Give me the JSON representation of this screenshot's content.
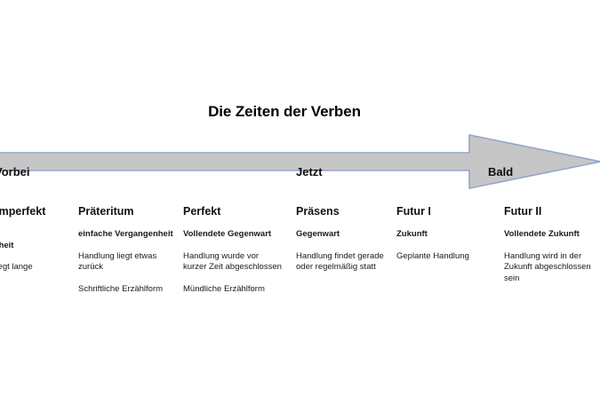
{
  "slide": {
    "title": "Die Zeiten der Verben",
    "background_color": "#ffffff"
  },
  "timeline_arrow": {
    "shape": "right-arrow",
    "fill_color": "#c6c6c6",
    "border_color": "#95a5cb",
    "labels": [
      {
        "text": "Vorbei",
        "position": "left"
      },
      {
        "text": "Jetzt",
        "position": "center"
      },
      {
        "text": "Bald",
        "position": "right"
      }
    ]
  },
  "tenses": [
    {
      "name": "Plusquamperfekt",
      "german_name": "Vollendete Vergangenheit",
      "notes": [
        "Handlung liegt lange zurück"
      ]
    },
    {
      "name": "Präteritum",
      "german_name": "einfache Vergangenheit",
      "notes": [
        "Handlung liegt etwas zurück",
        "Schriftliche Erzählform"
      ]
    },
    {
      "name": "Perfekt",
      "german_name": "Vollendete Gegenwart",
      "notes": [
        "Handlung wurde vor kurzer Zeit abgeschlossen",
        "Mündliche Erzählform"
      ]
    },
    {
      "name": "Präsens",
      "german_name": "Gegenwart",
      "notes": [
        "Handlung findet gerade oder regelmäßig statt"
      ]
    },
    {
      "name": "Futur I",
      "german_name": "Zukunft",
      "notes": [
        "Geplante Handlung"
      ]
    },
    {
      "name": "Futur II",
      "german_name": "Vollendete Zukunft",
      "notes": [
        "Handlung wird in der Zukunft abgeschlossen sein"
      ]
    }
  ]
}
